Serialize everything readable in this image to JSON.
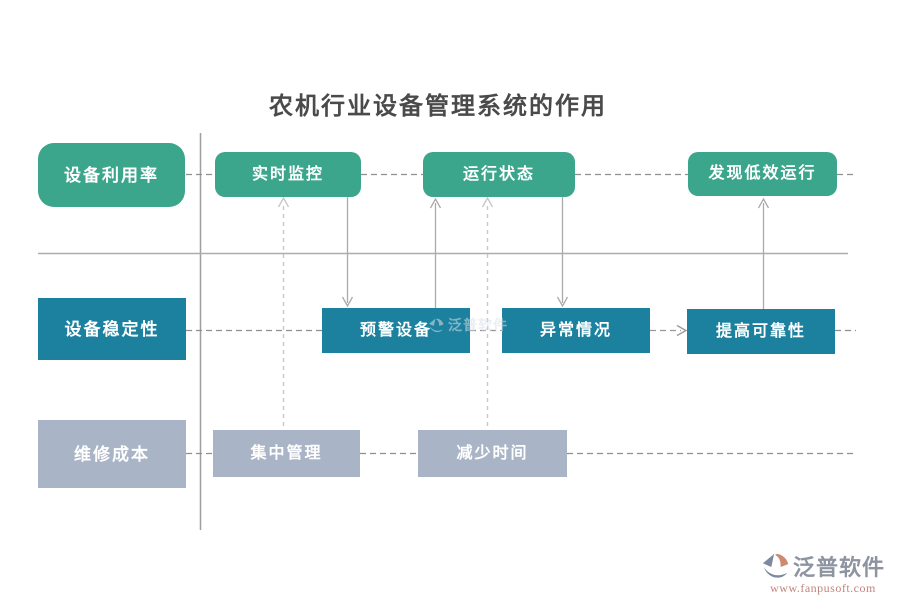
{
  "title": "农机行业设备管理系统的作用",
  "rows": [
    {
      "label": "设备利用率",
      "items": [
        "实时监控",
        "运行状态",
        "发现低效运行"
      ]
    },
    {
      "label": "设备稳定性",
      "items": [
        "预警设备",
        "异常情况",
        "提高可靠性"
      ]
    },
    {
      "label": "维修成本",
      "items": [
        "集中管理",
        "减少时间"
      ]
    }
  ],
  "watermark": {
    "brand": "泛普软件"
  },
  "footer_logo": {
    "brand": "泛普软件",
    "url": "www.fanpusoft.com"
  },
  "colors": {
    "row1_green": "#3BA68C",
    "row2_teal": "#1B819E",
    "row3_gray": "#A9B4C6",
    "line_gray": "#ABABAB",
    "dashed_light": "#C8C8C8",
    "title_text": "#4A4A4A",
    "brand_text": "#8D93A0",
    "brand_url": "#C4837B",
    "brand_orange": "#CE8A70"
  }
}
